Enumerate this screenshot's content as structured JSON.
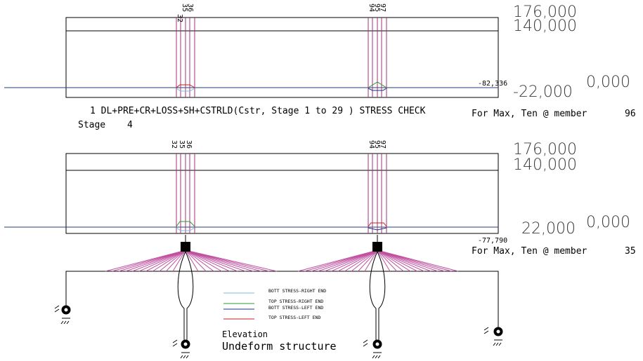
{
  "colors": {
    "girder": "#000000",
    "tendon": "#a0307a",
    "datum": "#1f3f7a",
    "cable": "#c050a0",
    "bott_right": "#7fb8e0",
    "top_right": "#2c9a2c",
    "bott_left": "#1a2f8a",
    "top_left": "#c81e1e"
  },
  "panel1": {
    "label_176": "176,000",
    "label_140": "140,000",
    "label_m22": "-22,000",
    "label_zero": "0,000",
    "label_min": "-82,336",
    "member_ids_left": [
      "32",
      "35",
      "36"
    ],
    "member_ids_right": [
      "94",
      "95",
      "97"
    ],
    "check_title": "1 DL+PRE+CR+LOSS+SH+CSTRLD(Cstr, Stage 1 to 29 ) STRESS CHECK",
    "stage_label": "Stage",
    "stage_value": "4",
    "max_label": "For Max, Ten @ member",
    "max_member": "96"
  },
  "panel2": {
    "label_176": "176,000",
    "label_140": "140,000",
    "label_22": "22,000",
    "label_zero": "0,000",
    "label_min": "-77,790",
    "member_ids_left": [
      "32",
      "35",
      "36"
    ],
    "member_ids_right": [
      "94",
      "95",
      "97"
    ],
    "max_label": "For Max, Ten @ member",
    "max_member": "35"
  },
  "legend": [
    {
      "label": "BOTT STRESS-RIGHT END",
      "color": "bott_right"
    },
    {
      "label": "TOP STRESS-RIGHT END",
      "color": "top_right"
    },
    {
      "label": "BOTT STRESS-LEFT END",
      "color": "bott_left"
    },
    {
      "label": "TOP STRESS-LEFT END",
      "color": "top_left"
    }
  ],
  "structure": {
    "view_label": "Elevation",
    "state_label": "Undeform structure"
  }
}
